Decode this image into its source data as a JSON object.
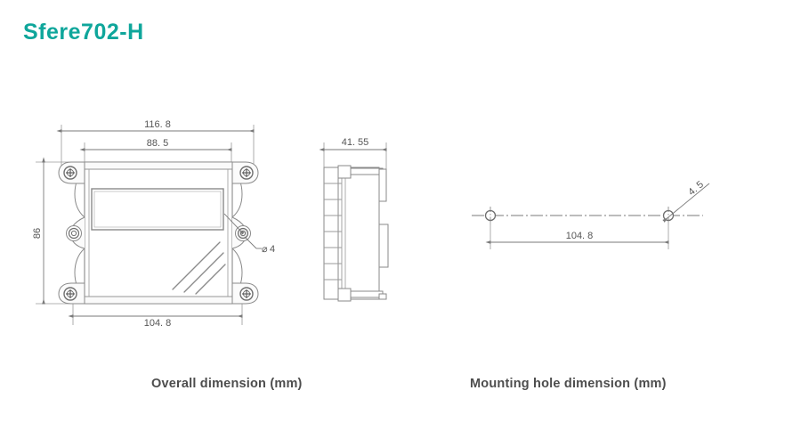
{
  "page": {
    "title": "Sfere702-H",
    "title_color": "#0fa69b",
    "background_color": "#ffffff",
    "line_color": "#7a7a7a",
    "text_color": "#555555"
  },
  "captions": {
    "overall": "Overall dimension (mm)",
    "mounting": "Mounting hole dimension (mm)"
  },
  "views": {
    "front": {
      "name": "front-view",
      "dimensions": {
        "top_outer": "116. 8",
        "top_inner": "88. 5",
        "left_vertical": "86",
        "bottom": "104. 8",
        "hole_callout": "4",
        "hole_callout_symbol": "⌀"
      }
    },
    "side": {
      "name": "side-view",
      "dimensions": {
        "width": "41. 55"
      }
    },
    "mounting_hole": {
      "name": "mounting-hole-view",
      "dimensions": {
        "spacing": "104. 8",
        "hole_diameter": "4. 5"
      }
    }
  },
  "units": "mm"
}
